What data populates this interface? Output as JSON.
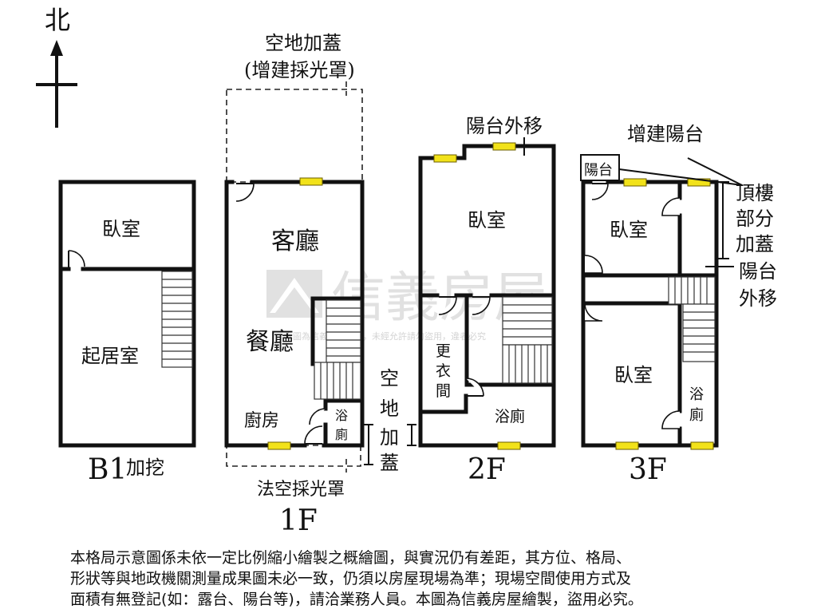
{
  "compass": {
    "label": "北"
  },
  "watermark": {
    "brand": "信義房屋",
    "notice": "本圖為信義房屋繪製，未經允許請勿盜用，違者必究"
  },
  "b1": {
    "room_1": "臥室",
    "room_2": "起居室",
    "floor": "B1",
    "note": "加挖"
  },
  "f1": {
    "top_label_1": "空地加蓋",
    "top_label_2": "(增建採光罩)",
    "room_living": "客廳",
    "room_dining": "餐廳",
    "room_kitchen": "廚房",
    "room_bath_1": "浴",
    "room_bath_2": "廁",
    "side_1": "空",
    "side_2": "地",
    "side_3": "加",
    "side_4": "蓋",
    "bottom_label": "法空採光罩",
    "floor": "1F"
  },
  "f2": {
    "top_label": "陽台外移",
    "room_bed": "臥室",
    "room_closet_1": "更",
    "room_closet_2": "衣",
    "room_closet_3": "間",
    "room_bath": "浴廁",
    "floor": "2F"
  },
  "f3": {
    "top_label": "增建陽台",
    "balcony": "陽台",
    "room_bed_1": "臥室",
    "room_bed_2": "臥室",
    "room_bath_1": "浴",
    "room_bath_2": "廁",
    "roof_1": "頂樓",
    "roof_2": "部分",
    "roof_3": "加蓋",
    "balcony_move_1": "陽台",
    "balcony_move_2": "外移",
    "floor": "3F"
  },
  "disclaimer": {
    "line_1": "本格局示意圖係未依一定比例縮小繪製之概繪圖，與實況仍有差距，其方位、格局、",
    "line_2": "形狀等與地政機關測量成果圖未必一致，仍須以房屋現場為準；現場空間使用方式及",
    "line_3": "面積有無登記(如：露台、陽台等)，請洽業務人員。本圖為信義房屋繪製，盜用必究。"
  }
}
